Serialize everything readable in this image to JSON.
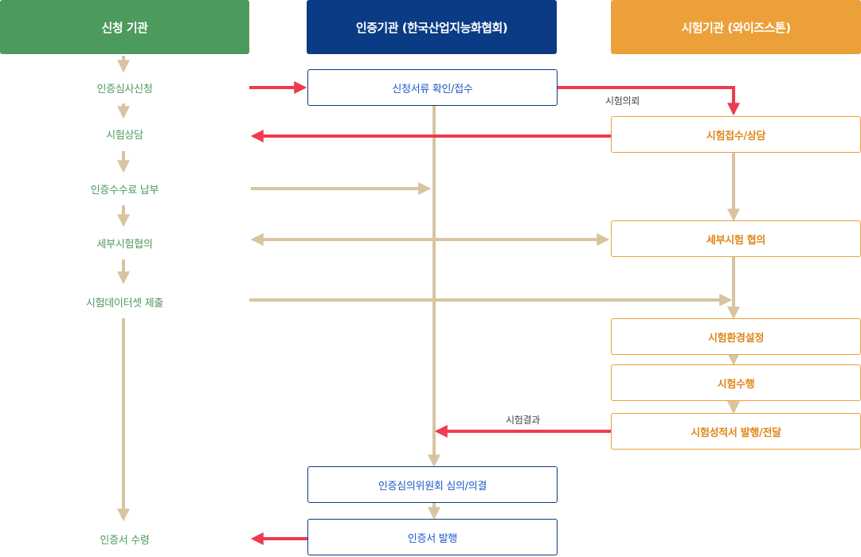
{
  "headers": {
    "applicant": "신청 기관",
    "certification": "인증기관 (한국산업지능화협회)",
    "testing": "시험기관 (와이즈스톤)"
  },
  "applicant_steps": [
    "인증심사신청",
    "시험상담",
    "인증수수료 납부",
    "세부시험협의",
    "시험데이터셋 제출",
    "인증서 수령"
  ],
  "certification_boxes": [
    "신청서류 확인/접수",
    "인증심의위원회 심의/의결",
    "인증서 발행"
  ],
  "testing_boxes": [
    "시험접수/상담",
    "세부시험 협의",
    "시험환경설정",
    "시험수행",
    "시험성적서 발행/전달"
  ],
  "edge_labels": {
    "test_request": "시험의뢰",
    "test_result": "시험결과"
  },
  "colors": {
    "applicant": "#4c9a5c",
    "certification": "#0a3b84",
    "testing": "#eca03a",
    "flow_arrow": "#d8c4a0",
    "key_arrow": "#ee3b4f"
  }
}
